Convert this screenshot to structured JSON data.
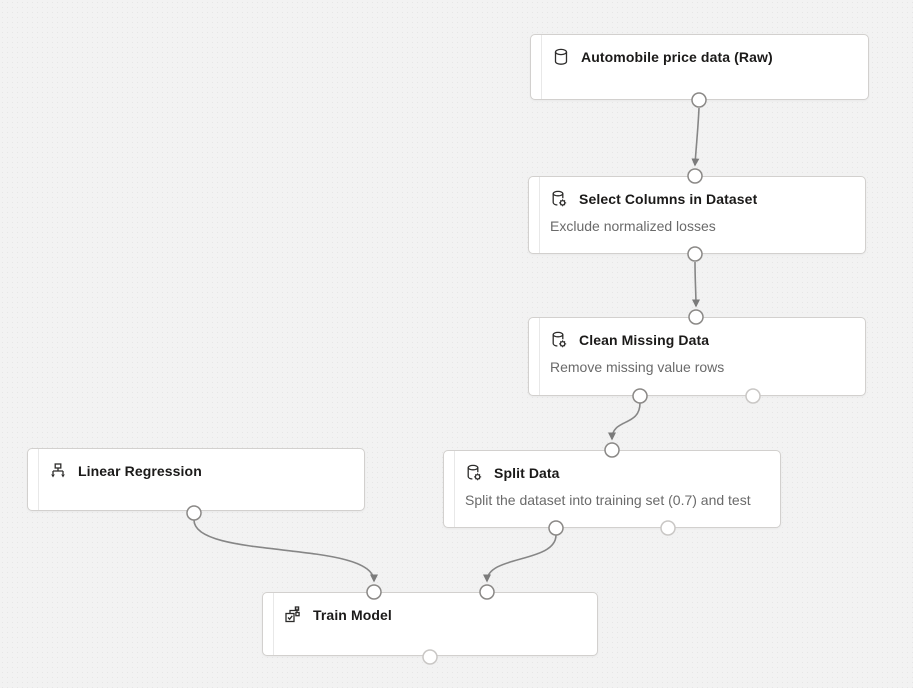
{
  "app": {
    "title": "Machine learning pipeline designer canvas",
    "colors": {
      "canvas_bg": "#f2f2f2",
      "node_bg": "#ffffff",
      "node_border": "#d2d0ce",
      "edge": "#868686",
      "port_connected": "#8a8886",
      "port_free": "#c9c7c5",
      "title_text": "#1b1a19",
      "subtitle_text": "#6a6a6a"
    }
  },
  "nodes": [
    {
      "id": "dataset",
      "title": "Automobile price data (Raw)",
      "subtitle": "",
      "icon": "database-icon"
    },
    {
      "id": "select-columns",
      "title": "Select Columns in Dataset",
      "subtitle": "Exclude normalized losses",
      "icon": "database-gear-icon"
    },
    {
      "id": "clean-missing",
      "title": "Clean Missing Data",
      "subtitle": "Remove missing value rows",
      "icon": "database-gear-icon"
    },
    {
      "id": "split-data",
      "title": "Split Data",
      "subtitle": "Split the dataset into training set (0.7) and test",
      "icon": "database-gear-icon"
    },
    {
      "id": "linear-regression",
      "title": "Linear Regression",
      "subtitle": "",
      "icon": "algorithm-icon"
    },
    {
      "id": "train-model",
      "title": "Train Model",
      "subtitle": "",
      "icon": "train-model-icon"
    }
  ],
  "edges": [
    {
      "from": "Automobile price data (Raw)",
      "to": "Select Columns in Dataset"
    },
    {
      "from": "Select Columns in Dataset",
      "to": "Clean Missing Data"
    },
    {
      "from": "Clean Missing Data",
      "to": "Split Data"
    },
    {
      "from": "Split Data",
      "to": "Train Model (right input)"
    },
    {
      "from": "Linear Regression",
      "to": "Train Model (left input)"
    }
  ]
}
